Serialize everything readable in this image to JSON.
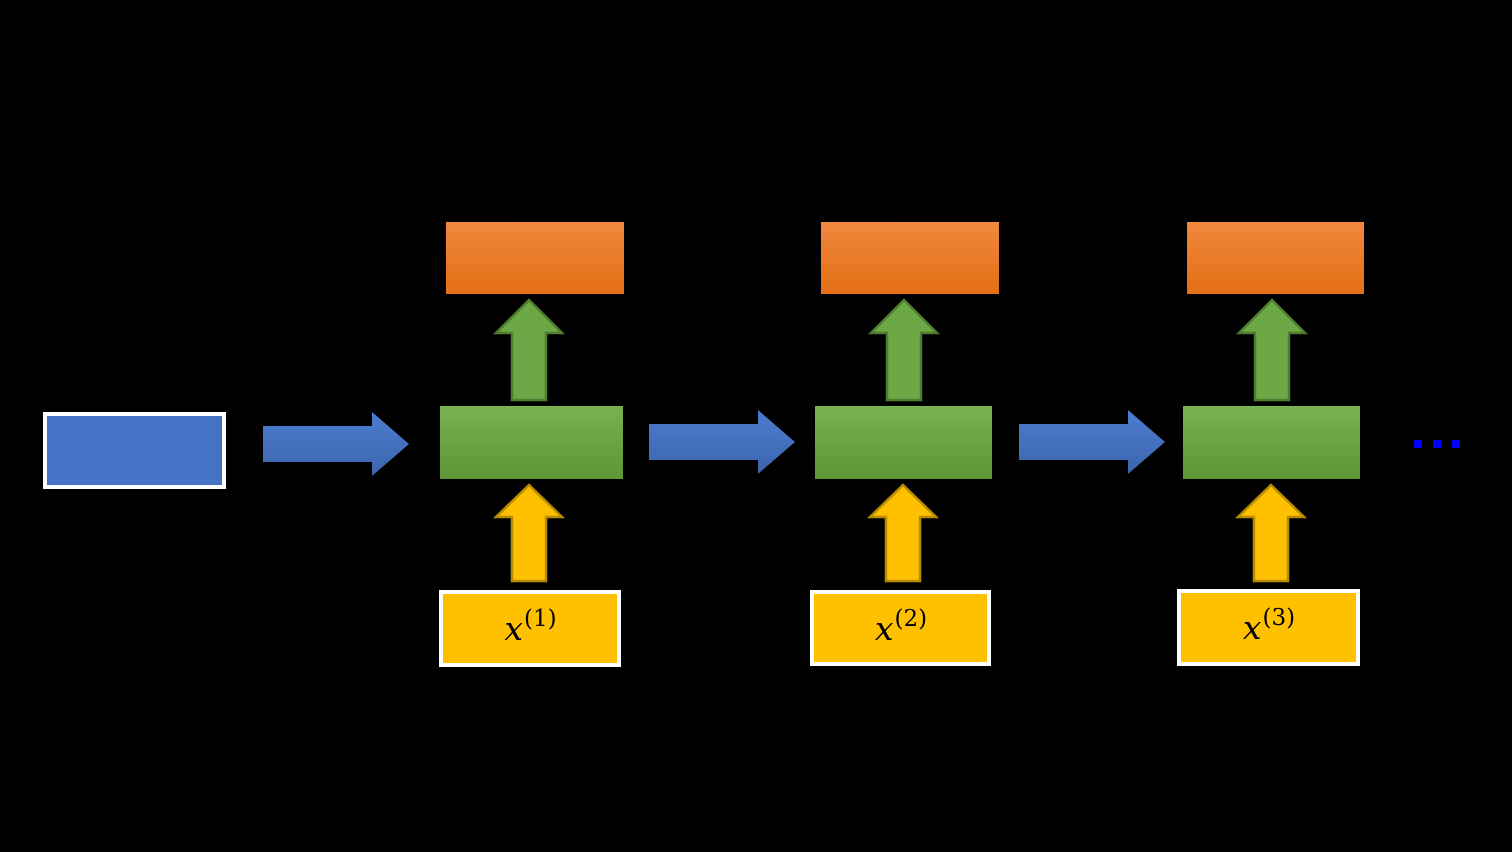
{
  "diagram": {
    "kind": "recurrent-network-unrolled",
    "inputs": [
      {
        "base": "x",
        "sup": "(1)"
      },
      {
        "base": "x",
        "sup": "(2)"
      },
      {
        "base": "x",
        "sup": "(3)"
      }
    ],
    "ellipsis": "..."
  },
  "colors": {
    "background": "#000000",
    "blue": "#4472C4",
    "blue_arrow_top": "#4D7DD1",
    "blue_arrow_bottom": "#3C64AB",
    "orange_top": "#F0883E",
    "orange_bottom": "#E46F15",
    "green_top": "#7AB252",
    "green_bottom": "#5E9637",
    "green_arrow_fill": "#6CA845",
    "green_arrow_border": "#507D2F",
    "yellow": "#FFC000",
    "yellow_arrow_border": "#B98D00",
    "white_border": "#FFFFFF",
    "ellipsis_blue": "#0000FE",
    "label_text": "#000000"
  }
}
